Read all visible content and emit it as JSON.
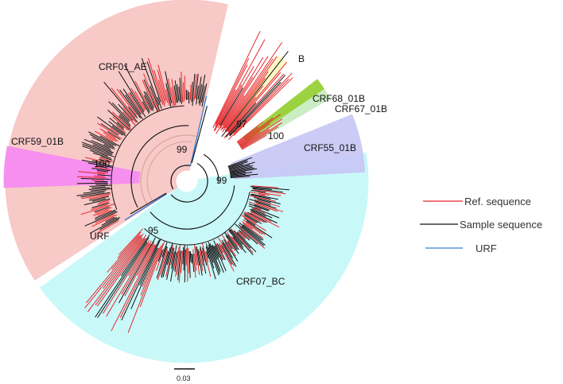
{
  "clades": [
    {
      "id": "crf01",
      "label": "CRF01_AE",
      "color": "#f7c6c4"
    },
    {
      "id": "crf59",
      "label": "CRF59_01B",
      "color": "#f58cf2"
    },
    {
      "id": "b",
      "label": "B",
      "color": "#fbf8c2"
    },
    {
      "id": "crf68",
      "label": "CRF68_01B",
      "color": "#98d138"
    },
    {
      "id": "crf67",
      "label": "CRF67_01B",
      "color": "#c8ecc0"
    },
    {
      "id": "crf55",
      "label": "CRF55_01B",
      "color": "#c8c8f4"
    },
    {
      "id": "crf07",
      "label": "CRF07_BC",
      "color": "#c6f8f8"
    }
  ],
  "bootstrap": [
    "99",
    "97",
    "100",
    "99",
    "100",
    "95"
  ],
  "urf_label": "URF",
  "legend": [
    {
      "label": "Ref. sequence",
      "color": "#e8262a"
    },
    {
      "label": "Sample sequence",
      "color": "#111111"
    },
    {
      "label": "URF",
      "color": "#3b7fd0"
    }
  ],
  "scale_bar": {
    "label": "0.03"
  },
  "colors": {
    "ref": "#e8262a",
    "sample": "#111111",
    "urf": "#3b7fd0",
    "inner_ring": "#d9a3a3"
  }
}
